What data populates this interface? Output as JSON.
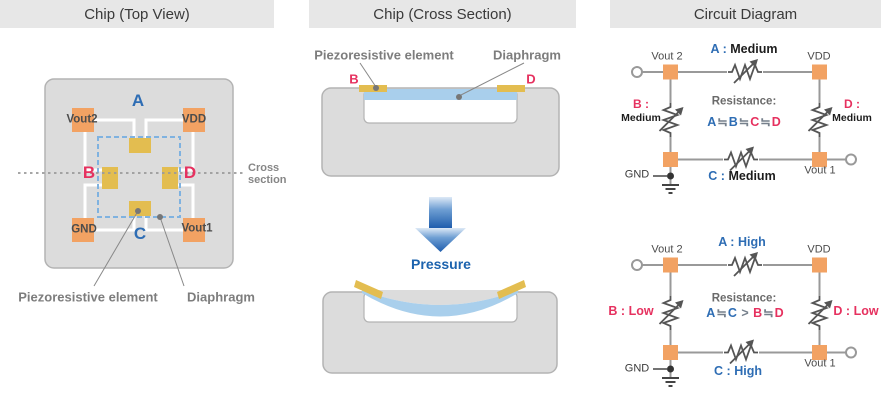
{
  "panel1": {
    "title": "Chip (Top View)",
    "label_a": "A",
    "label_b": "B",
    "label_c": "C",
    "label_d": "D",
    "pad_vout2": "Vout2",
    "pad_vdd": "VDD",
    "pad_gnd": "GND",
    "pad_vout1": "Vout1",
    "cross_line1": "Cross",
    "cross_line2": "section",
    "legend_piezo": "Piezoresistive element",
    "legend_diaphragm": "Diaphragm"
  },
  "panel2": {
    "title": "Chip (Cross Section)",
    "label_piezo": "Piezoresistive element",
    "label_diaphragm": "Diaphragm",
    "label_b": "B",
    "label_d": "D",
    "pressure": "Pressure"
  },
  "panel3": {
    "title": "Circuit Diagram",
    "circuits": [
      {
        "vout2": "Vout 2",
        "vdd": "VDD",
        "vout1": "Vout 1",
        "gnd": "GND",
        "a": "A :",
        "a_val": "Medium",
        "b": "B :",
        "b_val": "Medium",
        "c": "C :",
        "c_val": "Medium",
        "d": "D :",
        "d_val": "Medium",
        "res_title": "Resistance:",
        "f1": "A",
        "fs1": "≒",
        "f2": "B",
        "fs2": "≒",
        "f3": "C",
        "fs3": "≒",
        "f4": "D"
      },
      {
        "vout2": "Vout 2",
        "vdd": "VDD",
        "vout1": "Vout 1",
        "gnd": "GND",
        "a": "A :",
        "a_val": "High",
        "b": "B :",
        "b_val": "Low",
        "c": "C :",
        "c_val": "High",
        "d": "D :",
        "d_val": "Low",
        "res_title": "Resistance:",
        "f1": "A",
        "fs1": "≒",
        "f2": "C",
        "fs2": ">",
        "f3": "B",
        "fs3": "≒",
        "f4": "D"
      }
    ]
  },
  "colors": {
    "accent_blue": "#2e6db4",
    "accent_red": "#e6315f",
    "pad_orange": "#f2a263",
    "piezo_gold": "#e3bd50",
    "diaphragm_blue": "#a9cfec",
    "chip_gray": "#dcdcdc",
    "banner_gray": "#e7e7e7"
  }
}
